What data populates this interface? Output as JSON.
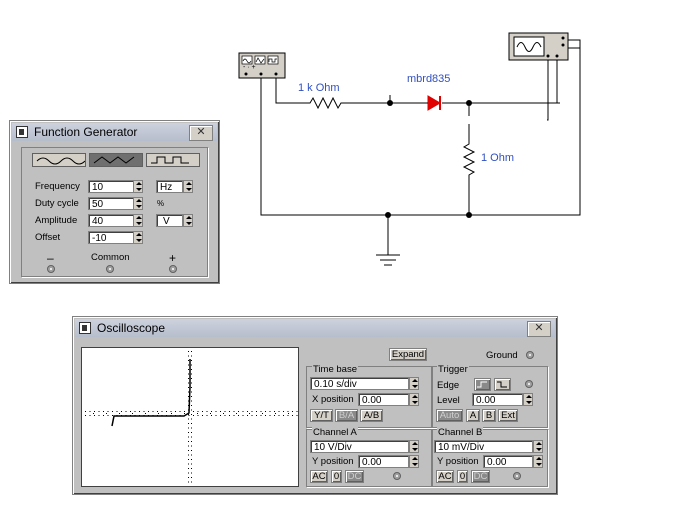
{
  "circuit": {
    "resistor1_label": "1 k Ohm",
    "diode_label": "mbrd835",
    "resistor2_label": "1  Ohm",
    "fg_terminals": "-  ·  +"
  },
  "function_generator": {
    "title": "Function Generator",
    "close_glyph": "✕",
    "frequency": {
      "label": "Frequency",
      "value": "10",
      "unit": "Hz"
    },
    "duty_cycle": {
      "label": "Duty cycle",
      "value": "50",
      "unit": "%"
    },
    "amplitude": {
      "label": "Amplitude",
      "value": "40",
      "unit": "V"
    },
    "offset": {
      "label": "Offset",
      "value": "-10"
    },
    "minus_label": "–",
    "common_label": "Common",
    "plus_label": "+"
  },
  "oscilloscope": {
    "title": "Oscilloscope",
    "close_glyph": "✕",
    "expand_label": "Expand",
    "ground_label": "Ground",
    "time_base": {
      "title": "Time base",
      "value": "0.10 s/div",
      "x_position_label": "X position",
      "x_position_value": "0.00",
      "yt_label": "Y/T",
      "ba_label": "B/A",
      "ab_label": "A/B"
    },
    "trigger": {
      "title": "Trigger",
      "edge_label": "Edge",
      "level_label": "Level",
      "level_value": "0.00",
      "auto_label": "Auto",
      "a_label": "A",
      "b_label": "B",
      "ext_label": "Ext"
    },
    "channel_a": {
      "title": "Channel A",
      "value": "10  V/Div",
      "y_position_label": "Y position",
      "y_position_value": "0.00",
      "ac_label": "AC",
      "zero_label": "0",
      "dc_label": "DC"
    },
    "channel_b": {
      "title": "Channel B",
      "value": "10 mV/Div",
      "y_position_label": "Y position",
      "y_position_value": "0.00",
      "ac_label": "AC",
      "zero_label": "0",
      "dc_label": "DC"
    }
  }
}
